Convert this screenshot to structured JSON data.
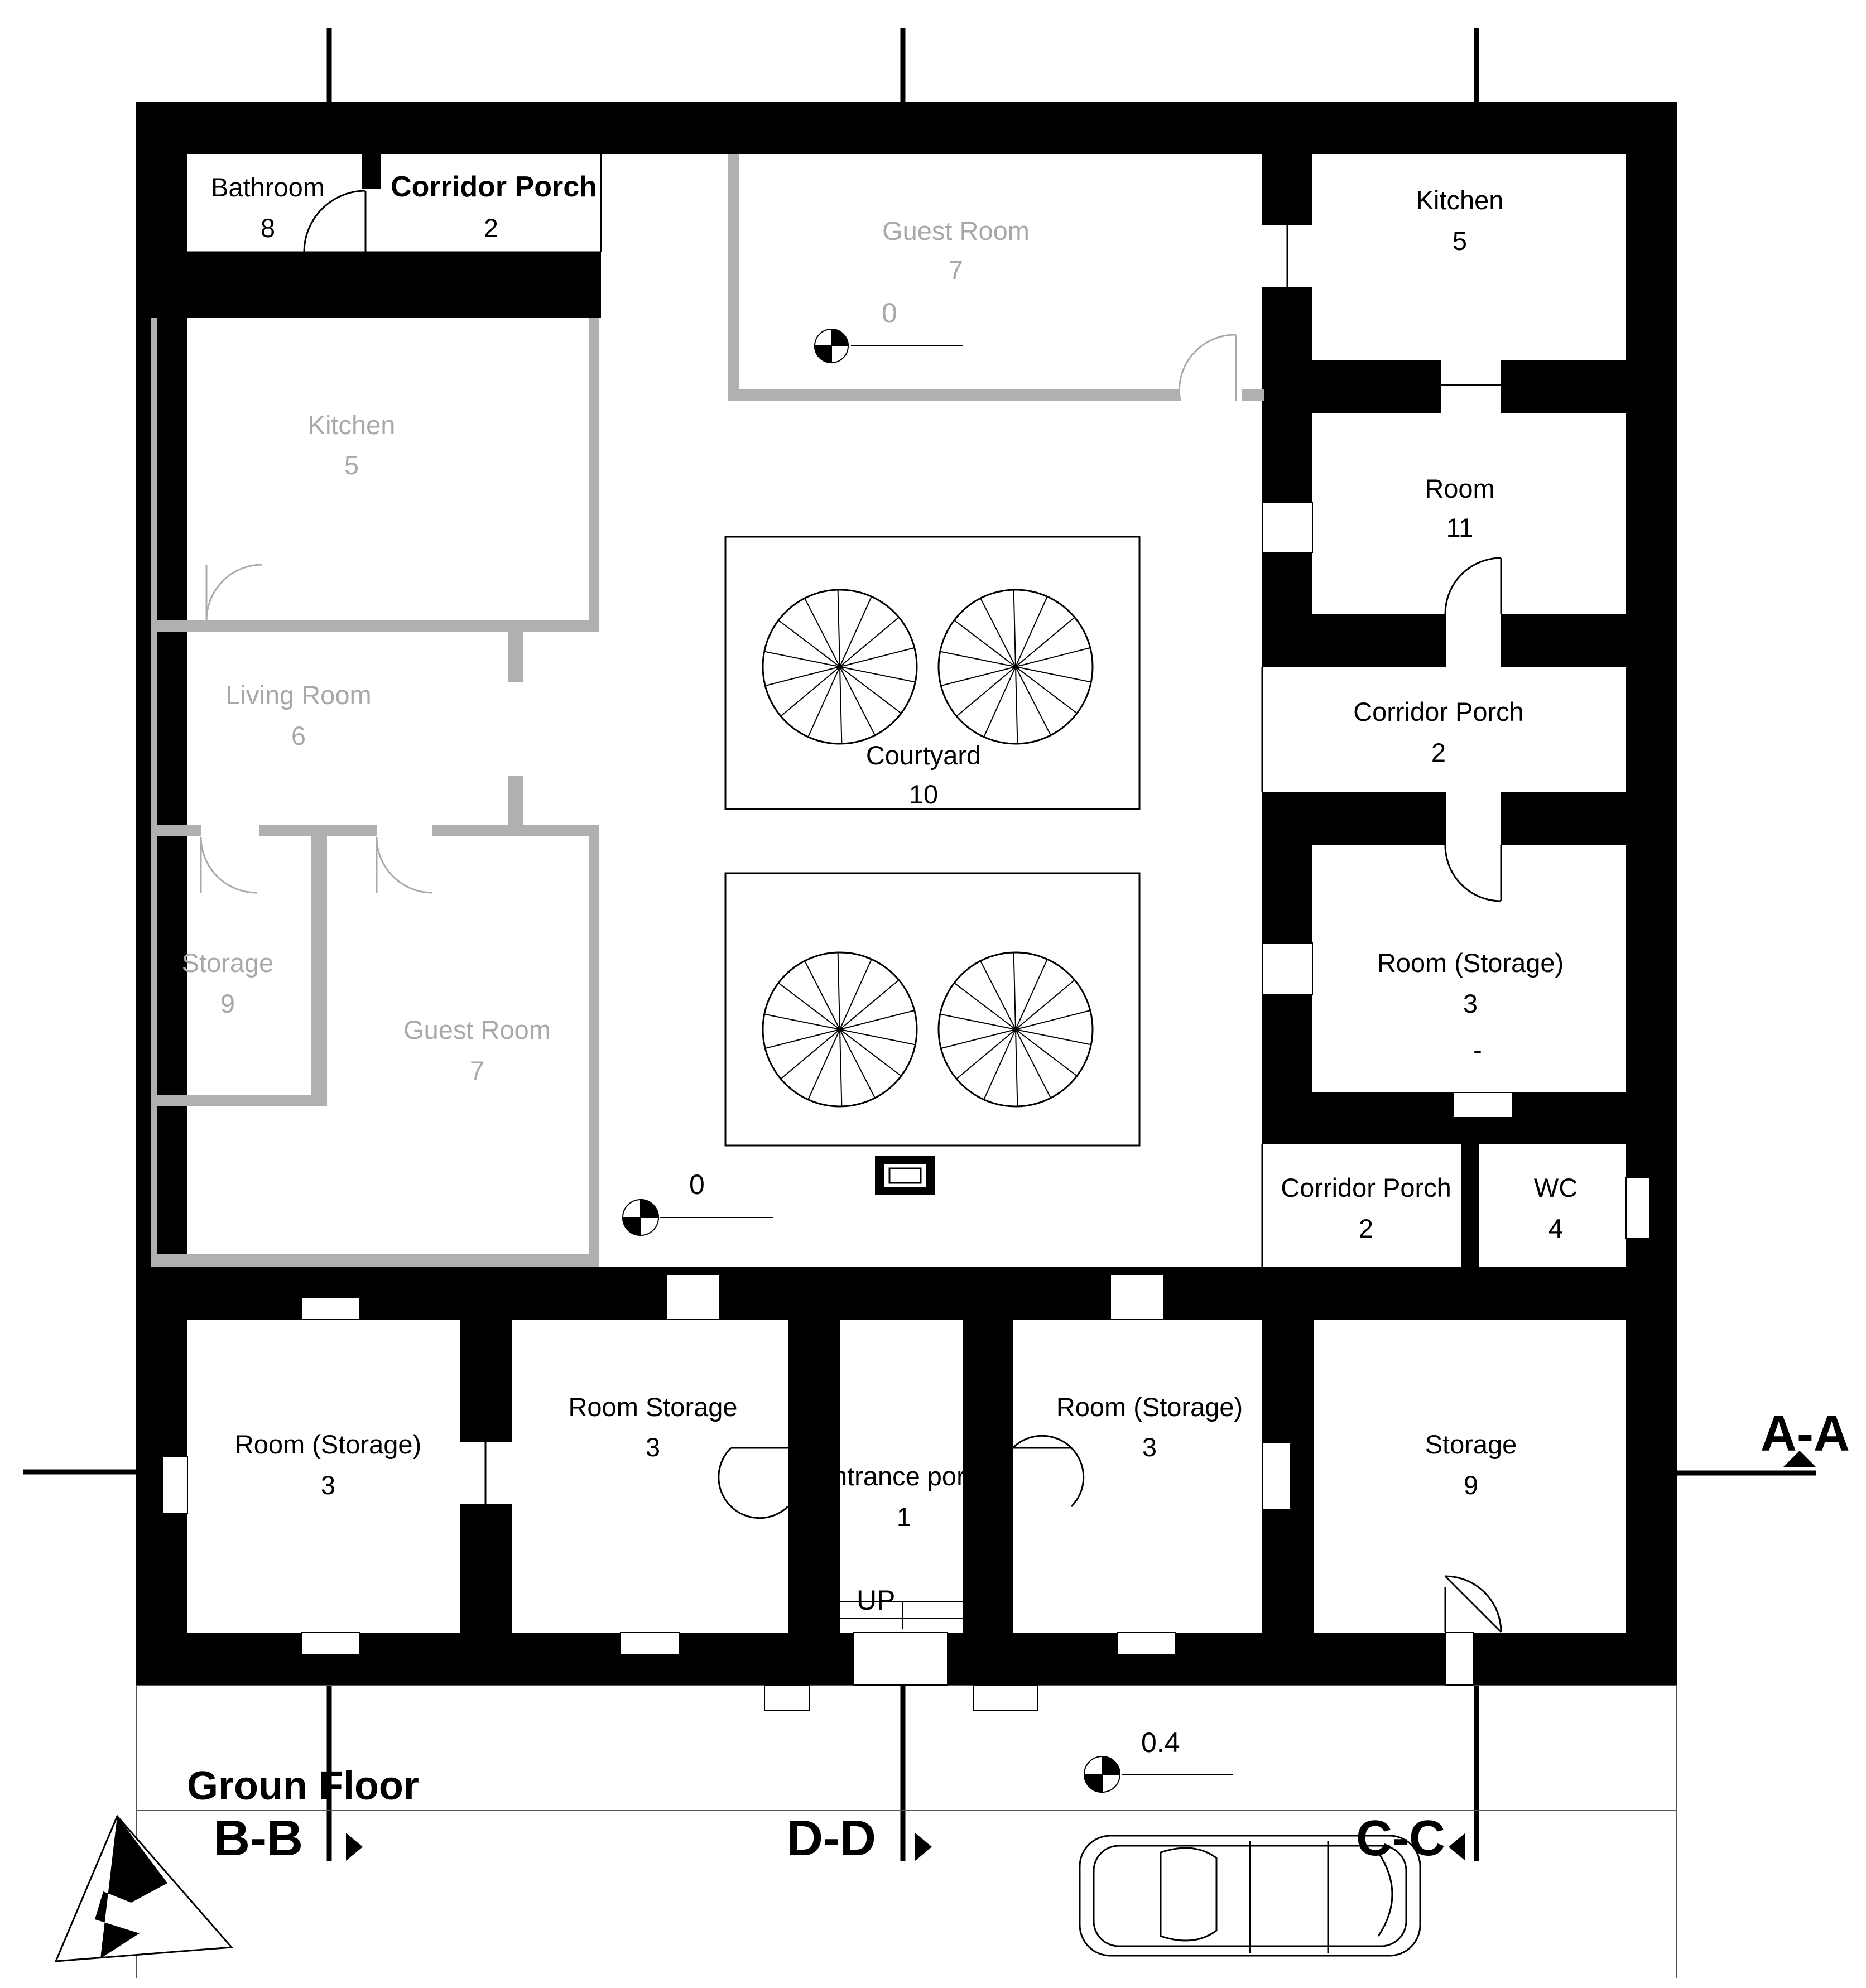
{
  "title": "Groun Floor",
  "rooms": [
    {
      "id": "bathroom",
      "name": "Bathroom",
      "number": "8",
      "tone": "dark"
    },
    {
      "id": "corridor-porch-top",
      "name": "Corridor Porch",
      "number": "2",
      "tone": "dark"
    },
    {
      "id": "guest-room-top",
      "name": "Guest Room",
      "number": "7",
      "tone": "grey"
    },
    {
      "id": "kitchen-right",
      "name": "Kitchen",
      "number": "5",
      "tone": "dark"
    },
    {
      "id": "kitchen-left",
      "name": "Kitchen",
      "number": "5",
      "tone": "grey"
    },
    {
      "id": "room-11",
      "name": "Room",
      "number": "11",
      "tone": "dark"
    },
    {
      "id": "living-room",
      "name": "Living Room",
      "number": "6",
      "tone": "grey"
    },
    {
      "id": "courtyard",
      "name": "Courtyard",
      "number": "10",
      "tone": "dark"
    },
    {
      "id": "corridor-porch-right",
      "name": "Corridor Porch",
      "number": "2",
      "tone": "dark"
    },
    {
      "id": "room-storage-right",
      "name": "Room (Storage)",
      "number": "3",
      "tone": "dark"
    },
    {
      "id": "storage-left",
      "name": "Storage",
      "number": "9",
      "tone": "grey"
    },
    {
      "id": "guest-room-left",
      "name": "Guest Room",
      "number": "7",
      "tone": "grey"
    },
    {
      "id": "corridor-porch-bottom",
      "name": "Corridor Porch",
      "number": "2",
      "tone": "dark"
    },
    {
      "id": "wc",
      "name": "WC",
      "number": "4",
      "tone": "dark"
    },
    {
      "id": "room-storage-1",
      "name": "Room (Storage)",
      "number": "3",
      "tone": "dark"
    },
    {
      "id": "room-storage-2",
      "name": "Room Storage",
      "number": "3",
      "tone": "dark"
    },
    {
      "id": "entrance-porch",
      "name": "Entrance porch",
      "number": "1",
      "tone": "dark"
    },
    {
      "id": "room-storage-3",
      "name": "Room (Storage)",
      "number": "3",
      "tone": "dark"
    },
    {
      "id": "storage-right",
      "name": "Storage",
      "number": "9",
      "tone": "dark"
    }
  ],
  "room_storage_right_note": "-",
  "levels": {
    "guest_room": "0",
    "courtyard": "0",
    "street": "0.4"
  },
  "stair_label": "UP",
  "sections": {
    "a": "A-A",
    "b": "B-B",
    "c": "C-C",
    "d": "D-D"
  },
  "icons": {
    "north": "north-arrow-icon",
    "car": "car-icon",
    "level": "level-marker-icon"
  }
}
